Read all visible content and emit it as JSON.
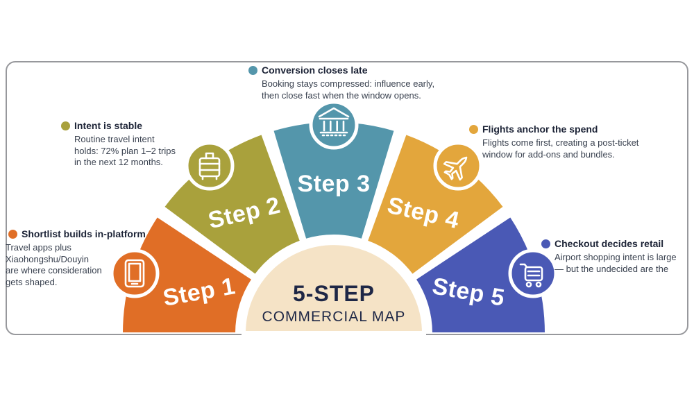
{
  "center": {
    "title": "5-STEP",
    "subtitle": "COMMERCIAL MAP",
    "bg_color": "#F5E3C6",
    "text_color": "#1E2746"
  },
  "steps": [
    {
      "label": "Step 1",
      "color": "#E06E26",
      "icon": "smartphone-icon"
    },
    {
      "label": "Step 2",
      "color": "#A9A13C",
      "icon": "suitcase-icon"
    },
    {
      "label": "Step 3",
      "color": "#5496AB",
      "icon": "bank-building-icon"
    },
    {
      "label": "Step 4",
      "color": "#E3A63C",
      "icon": "airplane-icon"
    },
    {
      "label": "Step 5",
      "color": "#4A59B5",
      "icon": "shopping-cart-icon"
    }
  ],
  "annotations": [
    {
      "title": "Conversion closes late",
      "body": "Booking stays compressed: influence early,\nthen close fast when the window opens.",
      "dot_color": "#5496AB"
    },
    {
      "title": "Intent is stable",
      "body": "Routine travel intent\nholds: 72% plan 1–2 trips\nin the next 12 months.",
      "dot_color": "#A9A13C"
    },
    {
      "title": "Shortlist builds in-platform",
      "body": "Travel apps plus\nXiaohongshu/Douyin\nare where consideration\ngets shaped.",
      "dot_color": "#E06E26"
    },
    {
      "title": "Flights anchor the spend",
      "body": "Flights come first, creating a post-ticket\nwindow for add-ons and bundles.",
      "dot_color": "#E3A63C"
    },
    {
      "title": "Checkout decides retail",
      "body": "Airport shopping intent is large\n— but the undecided are the",
      "dot_color": "#4A59B5"
    }
  ]
}
